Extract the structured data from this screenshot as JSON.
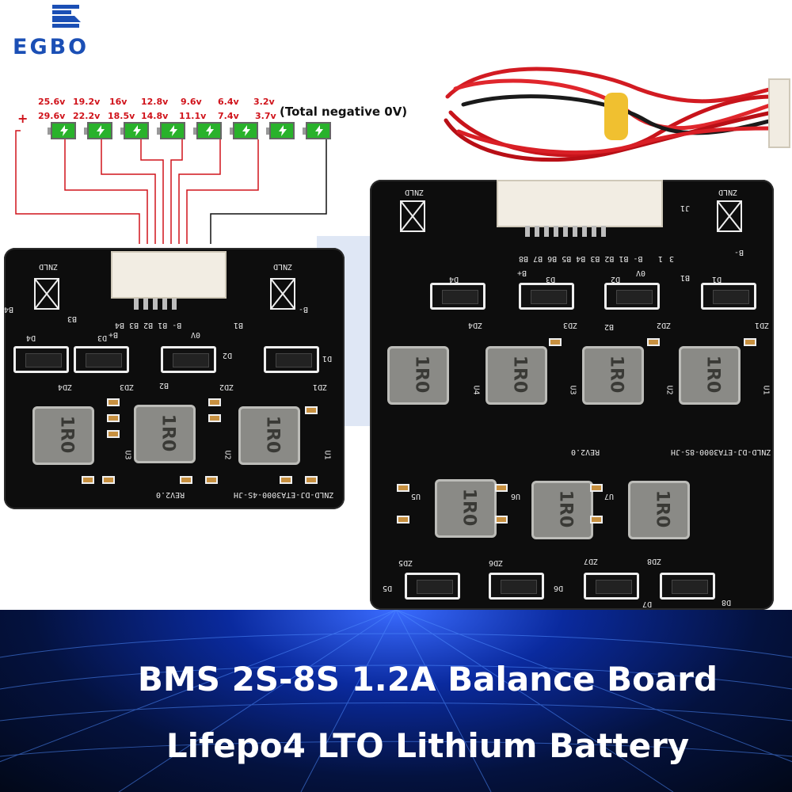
{
  "brand": {
    "logo_text": "EGBO",
    "color": "#1b4fb5"
  },
  "diagram": {
    "plus_sign": "+",
    "top_voltages": [
      "25.6v",
      "19.2v",
      "16v",
      "12.8v",
      "9.6v",
      "6.4v",
      "3.2v"
    ],
    "bottom_voltages": [
      "29.6v",
      "22.2v",
      "18.5v",
      "14.8v",
      "11.1v",
      "7.4v",
      "3.7v"
    ],
    "total_negative": "(Total negative 0V)",
    "cell_count": 8,
    "cell_color": "#29b22b",
    "wire_color": "#d0131b",
    "icon": "lightning-bolt-icon"
  },
  "left_board": {
    "brand": "ZNLD",
    "model": "ZNLD-DJ-ETA3000-4S-JH",
    "revision": "REV2.0",
    "connector_pins": "B- B1 B2 B3 B4",
    "pin_labels": [
      "B4",
      "B3",
      "B+",
      "0V",
      "B2",
      "B1",
      "B-"
    ],
    "diodes": [
      "D4",
      "D3",
      "D2",
      "D1"
    ],
    "zeners": [
      "ZD4",
      "ZD3",
      "ZD2",
      "ZD1"
    ],
    "ics": [
      "U3",
      "U2",
      "U1"
    ],
    "inductor_label": "1R0"
  },
  "right_board": {
    "brand": "ZNLD",
    "model": "ZNLD-DJ-ETA3000-8S-JH",
    "revision": "REV2.0",
    "connector_ref": "J1",
    "connector_pins": "B- B1 B2 B3 B4 B5 B6 B7 B8",
    "pin_labels": [
      "1",
      "3",
      "B-",
      "0V",
      "B1",
      "B2",
      "B+"
    ],
    "diodes": [
      "D4",
      "D3",
      "D2",
      "D1",
      "D5",
      "D6",
      "D7",
      "D8"
    ],
    "zeners": [
      "ZD4",
      "ZD3",
      "ZD2",
      "ZD1",
      "ZD5",
      "ZD6",
      "ZD7",
      "ZD8"
    ],
    "ics": [
      "U4",
      "U3",
      "U2",
      "U1",
      "U5",
      "U6",
      "U7"
    ],
    "inductor_label": "1R0"
  },
  "banner": {
    "line1": "BMS 2S-8S 1.2A Balance Board",
    "line2": "Lifepo4 LTO Lithium Battery",
    "text_color": "#ffffff"
  }
}
